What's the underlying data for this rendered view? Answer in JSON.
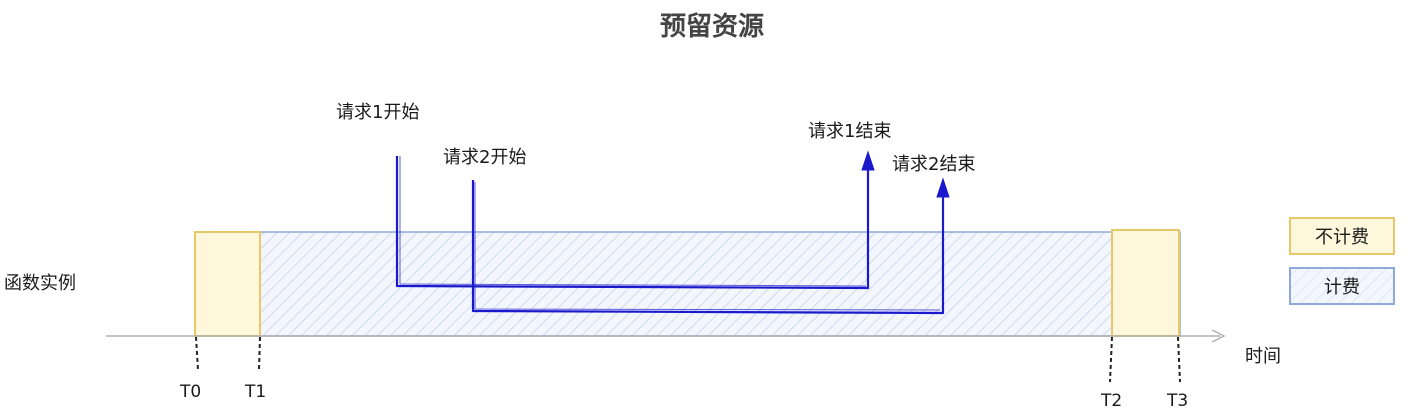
{
  "title": "预留资源",
  "row_label": "函数实例",
  "axis_label": "时间",
  "time_markers": [
    "T0",
    "T1",
    "T2",
    "T3"
  ],
  "requests": [
    {
      "start_label": "请求1开始",
      "end_label": "请求1结束"
    },
    {
      "start_label": "请求2开始",
      "end_label": "请求2结束"
    }
  ],
  "legend": [
    {
      "label": "不计费",
      "color": "#e8c96a"
    },
    {
      "label": "计费",
      "color": "#8fa9d8"
    }
  ],
  "colors": {
    "billed_fill": "#dfe7f6",
    "billed_stroke": "#8fa9d8",
    "unbilled_fill": "#fff7dc",
    "unbilled_stroke": "#e8c96a",
    "request_line": "#1a1acc",
    "axis": "#b0b0b0"
  }
}
